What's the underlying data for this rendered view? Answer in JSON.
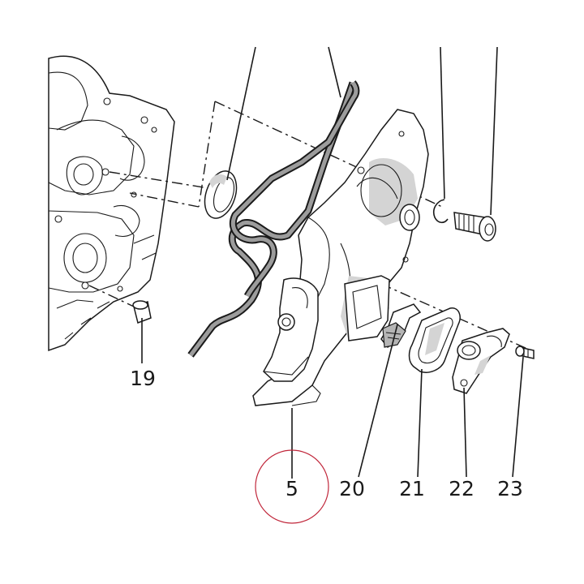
{
  "diagram": {
    "callouts": [
      {
        "id": "19",
        "label": "19"
      },
      {
        "id": "5",
        "label": "5",
        "highlight_color": "#c0263a"
      },
      {
        "id": "20",
        "label": "20"
      },
      {
        "id": "21",
        "label": "21"
      },
      {
        "id": "22",
        "label": "22"
      },
      {
        "id": "23",
        "label": "23"
      }
    ],
    "colors": {
      "ink": "#1a1a1a",
      "highlight": "#c0263a",
      "gasket_fill": "#9c9c9c"
    }
  }
}
